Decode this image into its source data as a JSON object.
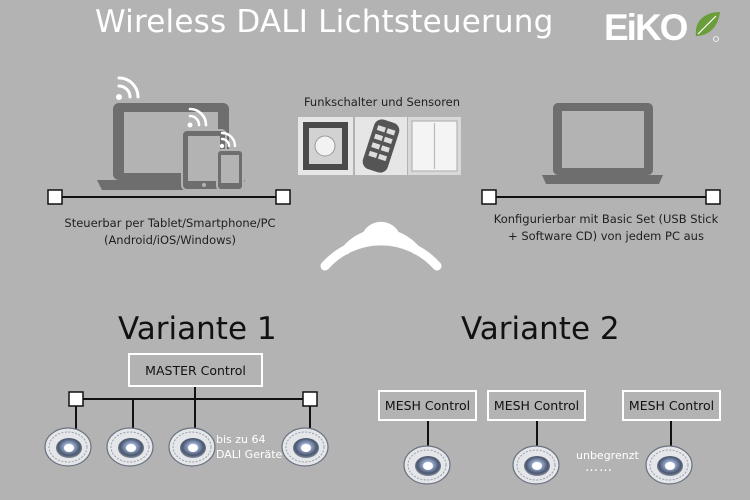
{
  "header": {
    "title": "Wireless DALI Lichtsteuerung",
    "logo_text": "EiKO"
  },
  "top": {
    "devices_caption_line1": "Steuerbar per Tablet/Smartphone/PC",
    "devices_caption_line2": "(Android/iOS/Windows)",
    "switches_title": "Funkschalter und Sensoren",
    "config_caption_line1": "Konfigurierbar mit Basic Set (USB Stick",
    "config_caption_line2": "+ Software CD) von jedem PC aus"
  },
  "variant1": {
    "title": "Variante 1",
    "master_label": "MASTER Control",
    "note_line1": "bis zu 64",
    "note_line2": "DALI Geräte"
  },
  "variant2": {
    "title": "Variante 2",
    "mesh_labels": [
      "MESH Control",
      "MESH Control",
      "MESH Control"
    ],
    "note": "unbegrenzt",
    "dots": "……"
  },
  "colors": {
    "background": "#b3b3b3",
    "icon_gray": "#6e6e6e",
    "logo_green": "#6a9e3a"
  }
}
